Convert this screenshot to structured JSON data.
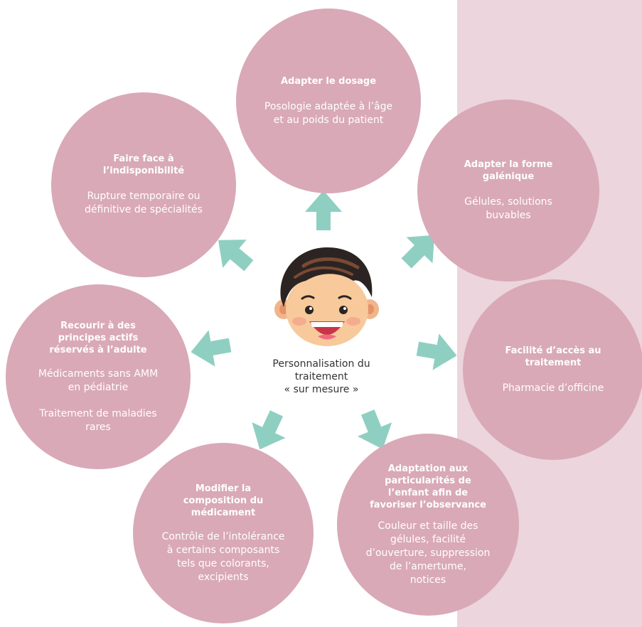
{
  "colors": {
    "bubble": "#d9a9b8",
    "side_panel": "#ecd5dd",
    "arrow": "#8fcfc2",
    "text_light": "#ffffff",
    "text_dark": "#333333"
  },
  "center": {
    "line1": "Personnalisation du",
    "line2": "traitement",
    "line3": "« sur mesure »",
    "illustration_icon": "child-face-icon"
  },
  "bubbles": {
    "dosage": {
      "title": "Adapter le dosage",
      "desc_l1": "Posologie adaptée à l’âge",
      "desc_l2": "et au poids du patient"
    },
    "indisponibilite": {
      "title_l1": "Faire face à",
      "title_l2": "l’indisponibilité",
      "desc_l1": "Rupture temporaire ou",
      "desc_l2": "définitive de spécialités"
    },
    "forme": {
      "title_l1": "Adapter la forme",
      "title_l2": "galénique",
      "desc_l1": "Gélules, solutions",
      "desc_l2": "buvables"
    },
    "acces": {
      "title_l1": "Facilité d’accès au",
      "title_l2": "traitement",
      "desc": "Pharmacie d’officine"
    },
    "recourir": {
      "title_l1": "Recourir à des",
      "title_l2": "principes actifs",
      "title_l3": "réservés à l’adulte",
      "desc_a_l1": "Médicaments sans AMM",
      "desc_a_l2": "en pédiatrie",
      "desc_b_l1": "Traitement de maladies",
      "desc_b_l2": "rares"
    },
    "modifier": {
      "title_l1": "Modifier la",
      "title_l2": "composition du",
      "title_l3": "médicament",
      "desc_l1": "Contrôle de l’intolérance",
      "desc_l2": "à certains composants",
      "desc_l3": "tels que colorants,",
      "desc_l4": "excipients"
    },
    "adaptation": {
      "title_l1": "Adaptation aux",
      "title_l2": "particularités de",
      "title_l3": "l’enfant afin de",
      "title_l4": "favoriser l’observance",
      "desc_l1": "Couleur et taille des",
      "desc_l2": "gélules, facilité",
      "desc_l3": "d’ouverture, suppression",
      "desc_l4": "de  l’amertume,",
      "desc_l5": "notices"
    }
  }
}
